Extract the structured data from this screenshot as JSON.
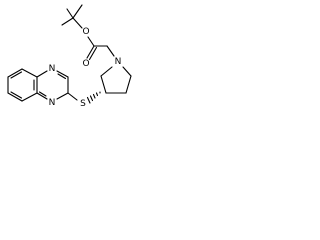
{
  "molecule": {
    "atoms": {
      "boc_carbonyl_oxygen": "O",
      "boc_ester_oxygen": "O",
      "pyrrolidine_nitrogen": "N",
      "thioether_sulfur": "S",
      "quinoxaline_n1": "N",
      "quinoxaline_n4": "N"
    },
    "stereo": {
      "chiral_center_bond": "hashed-wedge"
    },
    "colors": {
      "bond": "#000000",
      "label": "#000000",
      "background": "#ffffff"
    }
  }
}
